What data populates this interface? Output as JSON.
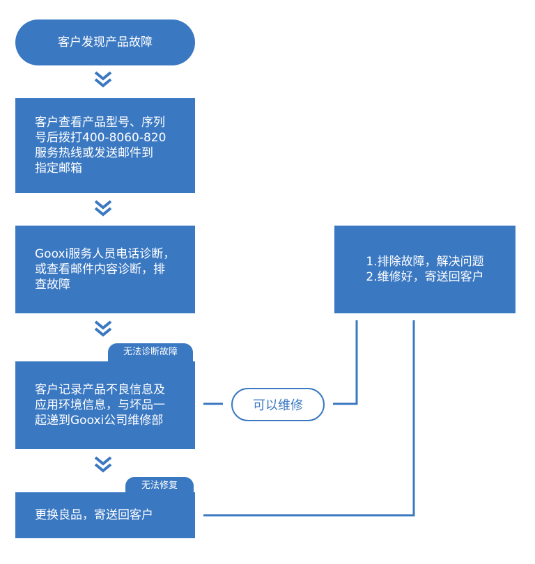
{
  "colors": {
    "accent": "#3a78c2",
    "text_on_accent": "#ffffff",
    "background": "#ffffff"
  },
  "steps": {
    "customer_finds_fault": "客户发现产品故障",
    "contact_support": "客户查看产品型号、序列\n号后拨打400-8060-820\n服务热线或发送邮件到\n指定邮箱",
    "diagnose": "Gooxi服务人员电话诊断，\n或查看邮件内容诊断，排\n查故障",
    "send_to_repair": "客户记录产品不良信息及\n应用环境信息，与坏品一\n起递到Gooxi公司维修部",
    "replace": "更换良品，寄送回客户",
    "fix_and_return": "1.排除故障，解决问题\n2.维修好，寄送回客户"
  },
  "tags": {
    "cannot_diagnose": "无法诊断故障",
    "cannot_repair": "无法修复"
  },
  "branch": {
    "repairable": "可以维修"
  },
  "icons": {
    "down_arrow": "double-chevron-down-icon"
  }
}
